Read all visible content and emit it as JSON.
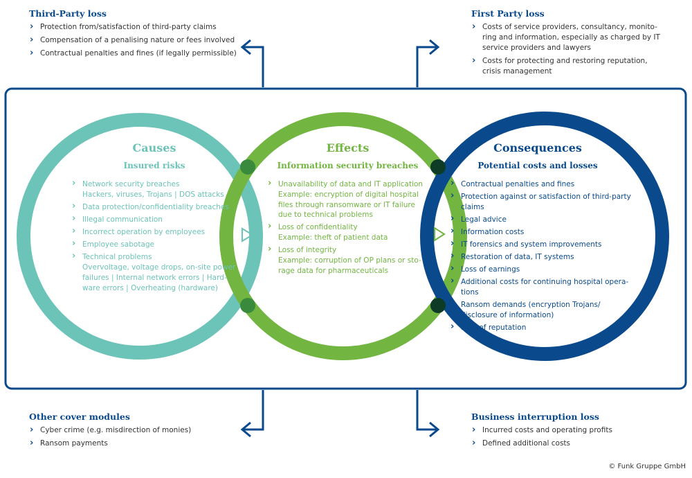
{
  "top_left": {
    "title": "Third-Party loss",
    "items": [
      "Protection from/satisfaction of third-party claims",
      "Compensation of a penalising nature or fees involved",
      "Contractual penalties and fines (if legally permissible)"
    ]
  },
  "top_right": {
    "title": "First Party loss",
    "items": [
      "Costs of service providers, consultancy, monito-\nring and information, especially as charged by IT\nservice providers and lawyers",
      "Costs for protecting and restoring reputation,\ncrisis management"
    ]
  },
  "bottom_left": {
    "title": "Other cover modules",
    "items": [
      "Cyber crime (e.g. misdirection of monies)",
      "Ransom payments"
    ]
  },
  "bottom_right": {
    "title": "Business interruption loss",
    "items": [
      "Incurred costs and operating profits",
      "Defined additional costs"
    ]
  },
  "causes": {
    "title": "Causes",
    "subtitle": "Insured risks",
    "items": [
      {
        "main": "Network security breaches",
        "sub": "Hackers, viruses, Trojans | DOS attacks"
      },
      {
        "main": "Data protection/confidentiality breaches",
        "sub": ""
      },
      {
        "main": "Illegal communication",
        "sub": ""
      },
      {
        "main": "Incorrect operation by employees",
        "sub": ""
      },
      {
        "main": "Employee sabotage",
        "sub": ""
      },
      {
        "main": "Technical problems",
        "sub": "Overvoltage, voltage drops, on-site power\nfailures | Internal network errors | Hard-\nware errors | Overheating (hardware)"
      }
    ]
  },
  "effects": {
    "title": "Effects",
    "subtitle": "Information security breaches",
    "items": [
      {
        "main": "Unavailability of data and IT application",
        "sub": "Example: encryption of digital hospital\nfiles through ransomware or IT failure\ndue to technical problems"
      },
      {
        "main": "Loss of confidentiality",
        "sub": "Example: theft of patient data"
      },
      {
        "main": "Loss of integrity",
        "sub": "Example: corruption of OP plans or sto-\nrage data for pharmaceuticals"
      }
    ]
  },
  "consequences": {
    "title": "Consequences",
    "subtitle": "Potential costs and losses",
    "items": [
      {
        "main": "Contractual penalties and fines",
        "sub": ""
      },
      {
        "main": "Protection against or satisfaction of third-party\nclaims",
        "sub": ""
      },
      {
        "main": "Legal advice",
        "sub": ""
      },
      {
        "main": "Information costs",
        "sub": ""
      },
      {
        "main": "IT forensics and system improvements",
        "sub": ""
      },
      {
        "main": "Restoration of data, IT systems",
        "sub": ""
      },
      {
        "main": "Loss of earnings",
        "sub": ""
      },
      {
        "main": "Additional costs for continuing hospital opera-\ntions",
        "sub": ""
      },
      {
        "main": "Ransom demands (encryption Trojans/\ndisclosure of information)",
        "sub": ""
      },
      {
        "main": "Loss of reputation",
        "sub": ""
      }
    ]
  },
  "copyright": "© Funk Gruppe GmbH",
  "colors": {
    "teal": "#6cc3b8",
    "green": "#72b541",
    "blue": "#0a4a8c",
    "dark_overlap": "#0d3b26"
  }
}
